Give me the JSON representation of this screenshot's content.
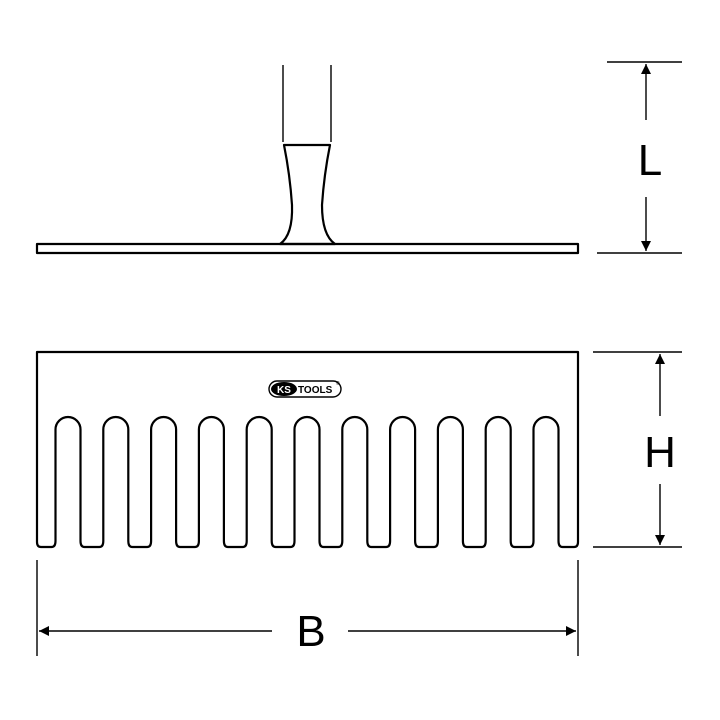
{
  "dimensions": {
    "length_label": "L",
    "height_label": "H",
    "width_label": "B"
  },
  "logo": {
    "brand": "KS",
    "suffix": "TOOLS",
    "registered": "®"
  },
  "rake": {
    "tine_count": 11
  },
  "colors": {
    "line": "#000000",
    "background": "#ffffff"
  }
}
